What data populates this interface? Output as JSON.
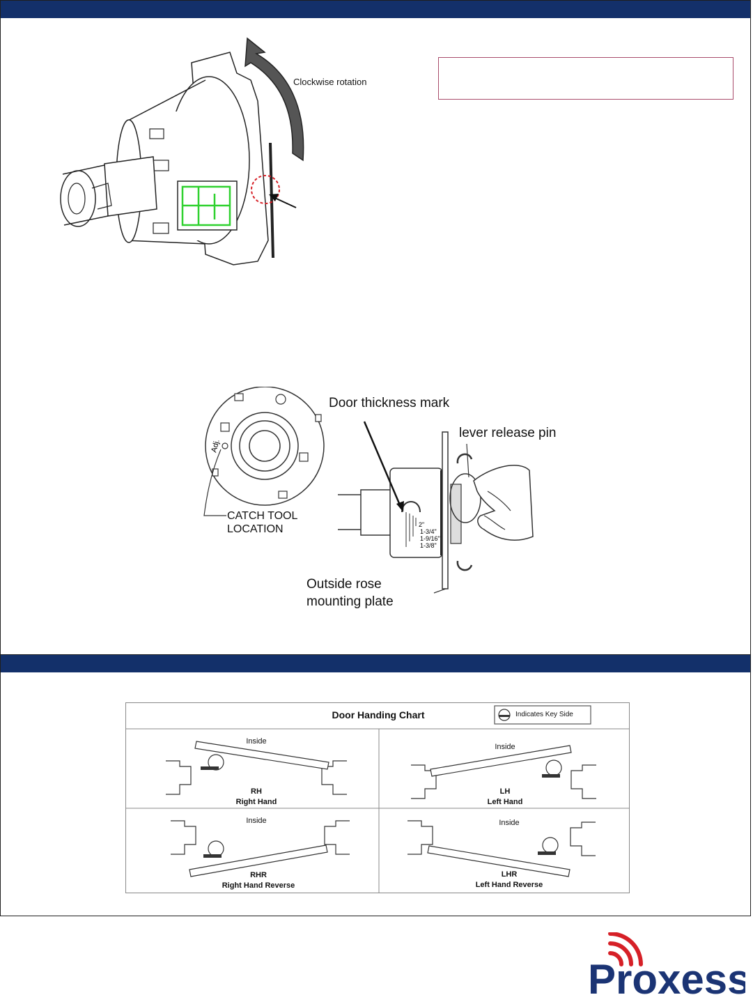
{
  "fig1": {
    "rotation_label": "Clockwise rotation"
  },
  "fig2": {
    "door_thickness_mark": "Door thickness mark",
    "lever_release_pin": "lever release pin",
    "catch_tool_line1": "CATCH TOOL",
    "catch_tool_line2": "LOCATION",
    "adj_label": "Adj.",
    "outside_rose_line1": "Outside rose",
    "outside_rose_line2": "mounting plate",
    "scale_marks": [
      "2\"",
      "1-3/4\"",
      "1-9/16\"",
      "1-3/8\""
    ]
  },
  "handing_chart": {
    "title": "Door Handing Chart",
    "key_legend": "Indicates Key Side",
    "cells": [
      {
        "inside": "Inside",
        "code": "RH",
        "name": "Right Hand"
      },
      {
        "inside": "Inside",
        "code": "LH",
        "name": "Left Hand"
      },
      {
        "inside": "Inside",
        "code": "RHR",
        "name": "Right Hand Reverse"
      },
      {
        "inside": "Inside",
        "code": "LHR",
        "name": "Left Hand Reverse"
      }
    ]
  },
  "brand": {
    "name": "Proxess",
    "color": "#1b3474",
    "signal_color": "#d62027"
  },
  "colors": {
    "header_bar": "#13306a",
    "callout_border": "#a84a6a",
    "highlight_green": "#2fd12f"
  }
}
